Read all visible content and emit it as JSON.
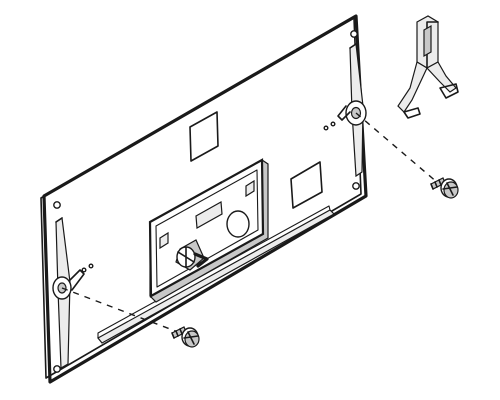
{
  "image": {
    "kind": "exploded-view line drawing",
    "colors": {
      "line": "#1a1a1a",
      "shade": "#c8c8c8",
      "light_shade": "#ececec",
      "background": "#ffffff"
    }
  },
  "parts": {
    "mounting_plate": "mounting-plate",
    "control_module": "control-module",
    "knob": "knob-icon",
    "left_bracket": "left-mounting-bracket",
    "right_bracket": "right-mounting-bracket",
    "screw": "screw-icon",
    "clip": "hanger-clip"
  }
}
